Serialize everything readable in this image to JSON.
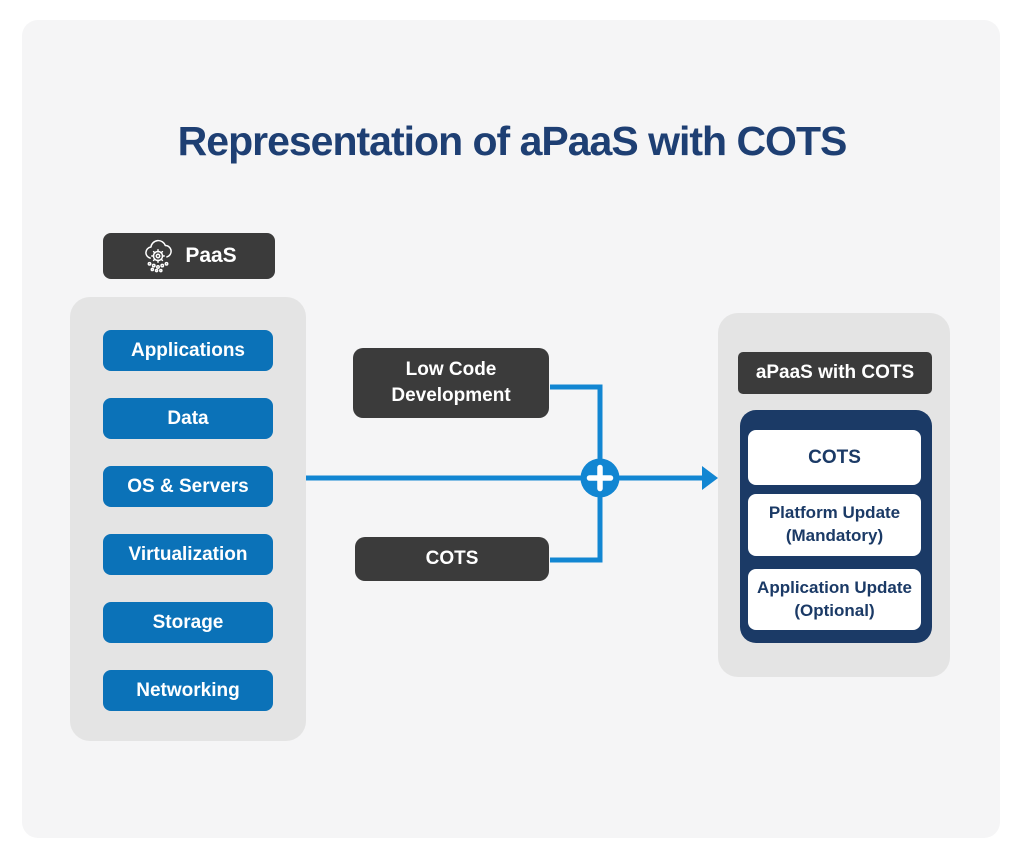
{
  "page": {
    "title": "Representation of aPaaS with COTS"
  },
  "colors": {
    "title_navy": "#1e3f73",
    "button_blue": "#0b72b8",
    "line_blue": "#1286d2",
    "dark_gray": "#3b3b3b",
    "navy": "#1b3a66",
    "panel_gray": "#e4e4e4",
    "sheet_bg": "#f5f5f6"
  },
  "paas_chip": {
    "label": "PaaS",
    "icon": "cloud-gear-icon"
  },
  "paas_stack": {
    "layers": [
      "Applications",
      "Data",
      "OS & Servers",
      "Virtualization",
      "Storage",
      "Networking"
    ]
  },
  "inputs": {
    "low_code_label": "Low Code Development",
    "cots_label": "COTS"
  },
  "merge": {
    "plus_icon": "plus-icon",
    "arrow_icon": "arrow-right-icon"
  },
  "result_panel": {
    "header": "aPaaS with COTS",
    "items": [
      "COTS",
      "Platform Update (Mandatory)",
      "Application Update (Optional)"
    ]
  }
}
